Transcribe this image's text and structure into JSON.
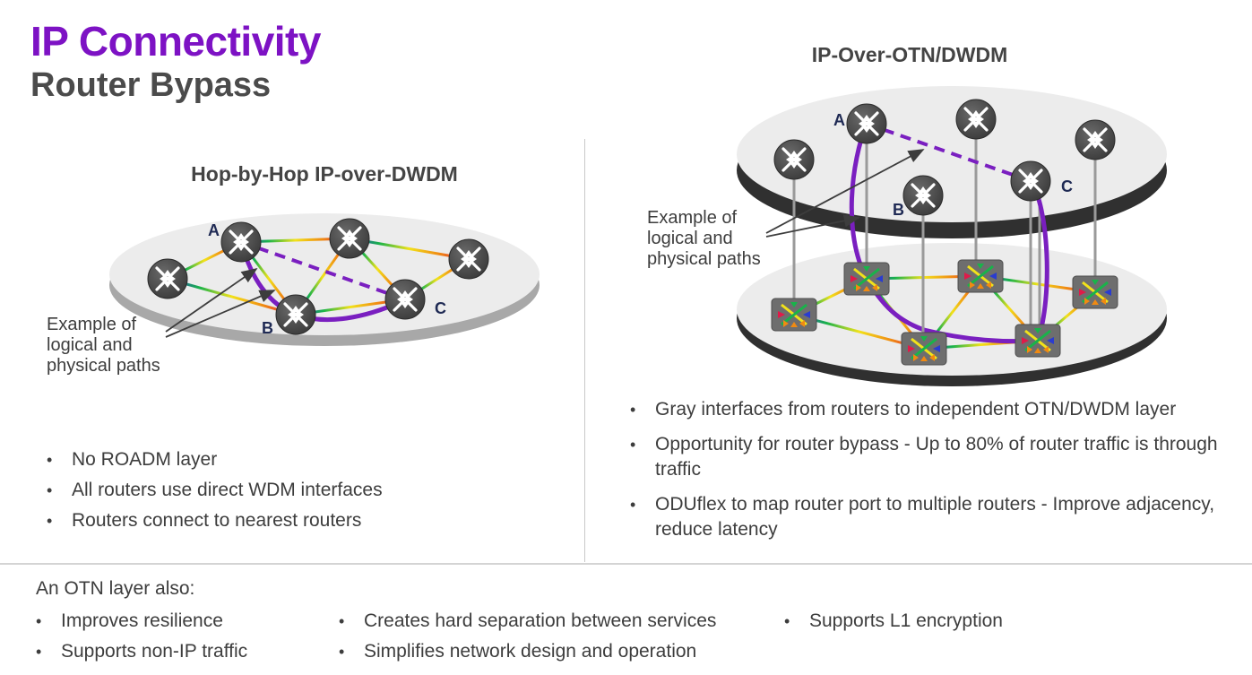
{
  "header": {
    "title": "IP Connectivity",
    "subtitle": "Router Bypass"
  },
  "left_panel": {
    "heading": "Hop-by-Hop IP-over-DWDM",
    "callout": "Example of logical and physical paths",
    "node_labels": [
      "A",
      "B",
      "C"
    ],
    "bullets": [
      "No ROADM layer",
      "All routers use direct WDM interfaces",
      "Routers connect to nearest routers"
    ]
  },
  "right_panel": {
    "heading": "IP-Over-OTN/DWDM",
    "callout": "Example of logical and physical paths",
    "node_labels": [
      "A",
      "B",
      "C"
    ],
    "bullets": [
      "Gray interfaces from routers to independent OTN/DWDM layer",
      "Opportunity for router bypass - Up to 80% of router traffic is through traffic",
      "ODUflex to map router port to multiple routers - Improve adjacency, reduce latency"
    ]
  },
  "footer": {
    "intro": "An OTN layer also:",
    "col1": [
      "Improves resilience",
      "Supports non-IP traffic"
    ],
    "col2": [
      "Creates hard separation between services",
      "Simplifies network design and operation"
    ],
    "col3": [
      "Supports L1 encryption"
    ]
  },
  "colors": {
    "title": "#7d12c4",
    "logical_path": "#7a1fc0",
    "router": "#555555",
    "plane_top": "#ececec",
    "plane_edge": "#a8a8a8"
  },
  "icons": {
    "router": "router-icon",
    "otn_switch": "otn-switch-icon"
  }
}
